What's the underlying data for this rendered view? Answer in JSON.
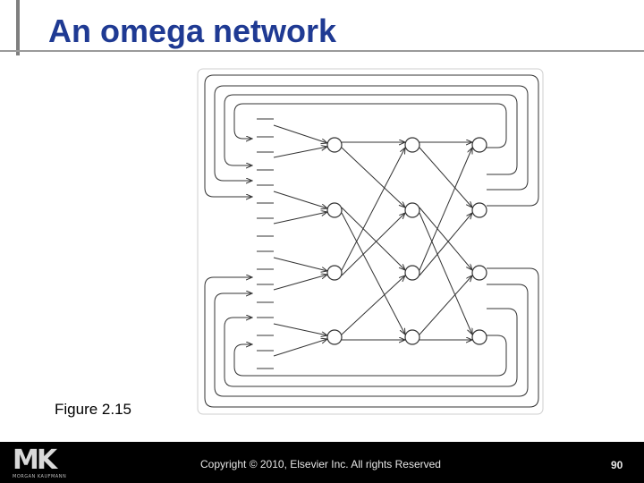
{
  "slide": {
    "title": "An omega network",
    "caption": "Figure 2.15",
    "copyright": "Copyright © 2010, Elsevier Inc. All rights Reserved",
    "page_number": "90",
    "logo_text": "MK",
    "logo_subtext": "MORGAN KAUFMANN"
  },
  "colors": {
    "title": "#1f3a93",
    "footer_bg": "#000000",
    "footer_text": "#e6e6e6",
    "diagram_stroke": "#333333"
  },
  "diagram": {
    "type": "omega network",
    "inputs": 8,
    "stages": 3,
    "switches_per_stage": 4
  }
}
